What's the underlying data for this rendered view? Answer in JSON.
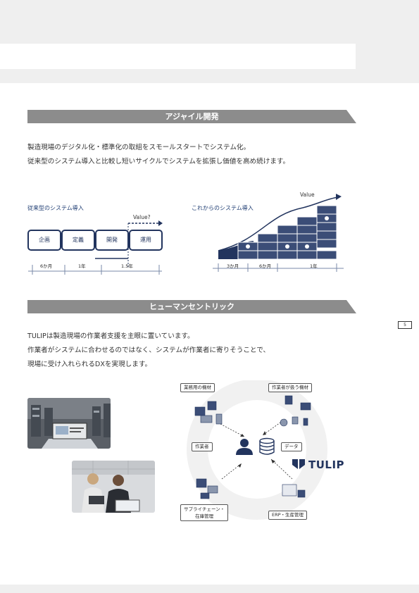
{
  "page_number": "5",
  "section1": {
    "title": "アジャイル開発",
    "lines": [
      "製造現場のデジタル化・標準化の取組をスモールスタートでシステム化。",
      "従来型のシステム導入と比較し短いサイクルでシステムを拡張し価値を高め続けます。"
    ],
    "conventional": {
      "label": "従来型のシステム導入",
      "value_label": "Value?",
      "steps": [
        "企画",
        "定義",
        "開発",
        "運用"
      ],
      "timeline": [
        "6か月",
        "1年",
        "1.5年"
      ]
    },
    "future": {
      "label": "これからのシステム導入",
      "value_label": "Value",
      "timeline": [
        "3か月",
        "6か月",
        "1年"
      ]
    }
  },
  "section2": {
    "title": "ヒューマンセントリック",
    "lines": [
      "TULIPは製造現場の作業者支援を主眼に置いています。",
      "作業者がシステムに合わせるのではなく、システムが作業者に寄りそうことで、",
      "現場に受け入れられるDXを実現します。"
    ],
    "diagram": {
      "tags": {
        "top_left": "業務用の機材",
        "top_right": "作業者が扱う機材",
        "center_left": "作業者",
        "center_right": "データ",
        "bottom_left_line1": "サプライチェーン・",
        "bottom_left_line2": "在庫管理",
        "bottom_right": "ERP・生産管理"
      },
      "brand": "TULIP"
    }
  },
  "colors": {
    "navy": "#22345e",
    "bar_grey": "#8c8c8c"
  }
}
